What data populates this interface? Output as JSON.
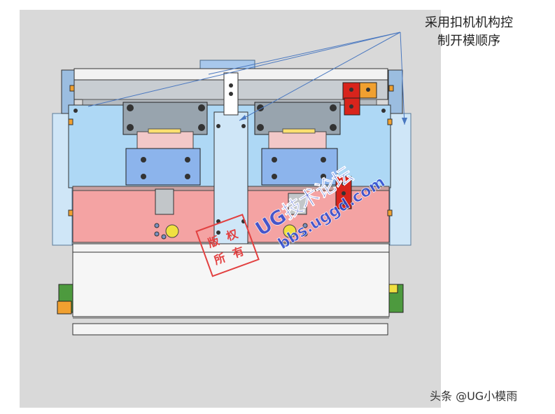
{
  "callout": {
    "line1": "采用扣机机构控",
    "line2": "制开模顺序"
  },
  "watermark": {
    "title": "UG技术论坛",
    "url": "bbs.uggd.com",
    "stamp_chars": [
      "版",
      "权",
      "所",
      "有"
    ]
  },
  "credit": "头条 @UG小模雨",
  "colors": {
    "plate_light_blue": "#aed8f5",
    "plate_pink": "#f4a3a3",
    "plate_gray": "#c8cdd2",
    "plate_white": "#f4f4f4",
    "insert_blue": "#8cb4ec",
    "latch_red": "#d8241c",
    "latch_orange": "#f0a030",
    "arrow_blue": "#4a78c0",
    "watermark_blue": "#2848d0",
    "stamp_red": "#e24040"
  },
  "icons": [
    "mold-assembly-drawing",
    "latch-mechanism-icon",
    "copyright-stamp-icon"
  ]
}
